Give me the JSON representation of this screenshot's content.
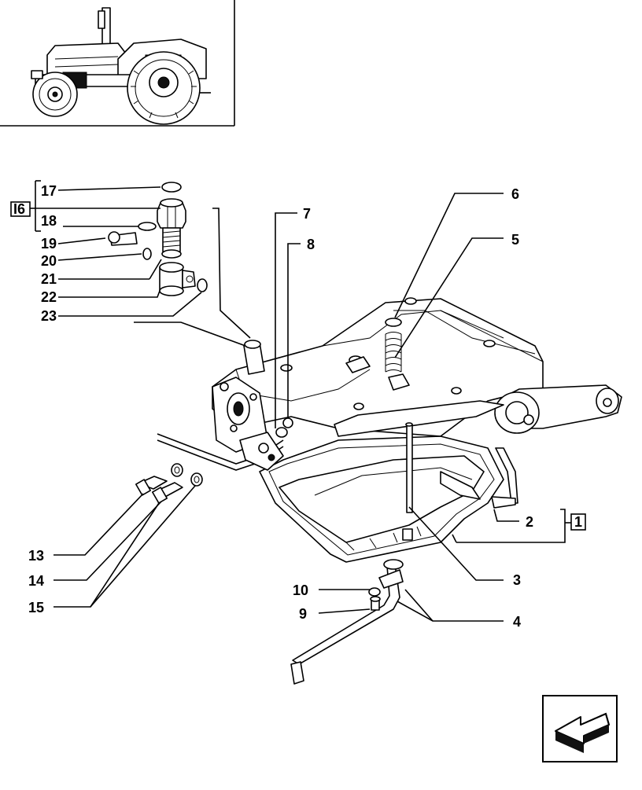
{
  "callouts": {
    "c17": "17",
    "c18": "18",
    "c19": "19",
    "c20": "20",
    "c21": "21",
    "c22": "22",
    "c23": "23",
    "c16": "I6",
    "c7": "7",
    "c8": "8",
    "c6": "6",
    "c5": "5",
    "c2": "2",
    "c1": "1",
    "c3": "3",
    "c4": "4",
    "c13": "13",
    "c14": "14",
    "c15": "15",
    "c10": "10",
    "c9": "9"
  },
  "icons": {
    "tractor": "tractor-thumbnail-icon",
    "nav": "back-arrow-icon"
  }
}
